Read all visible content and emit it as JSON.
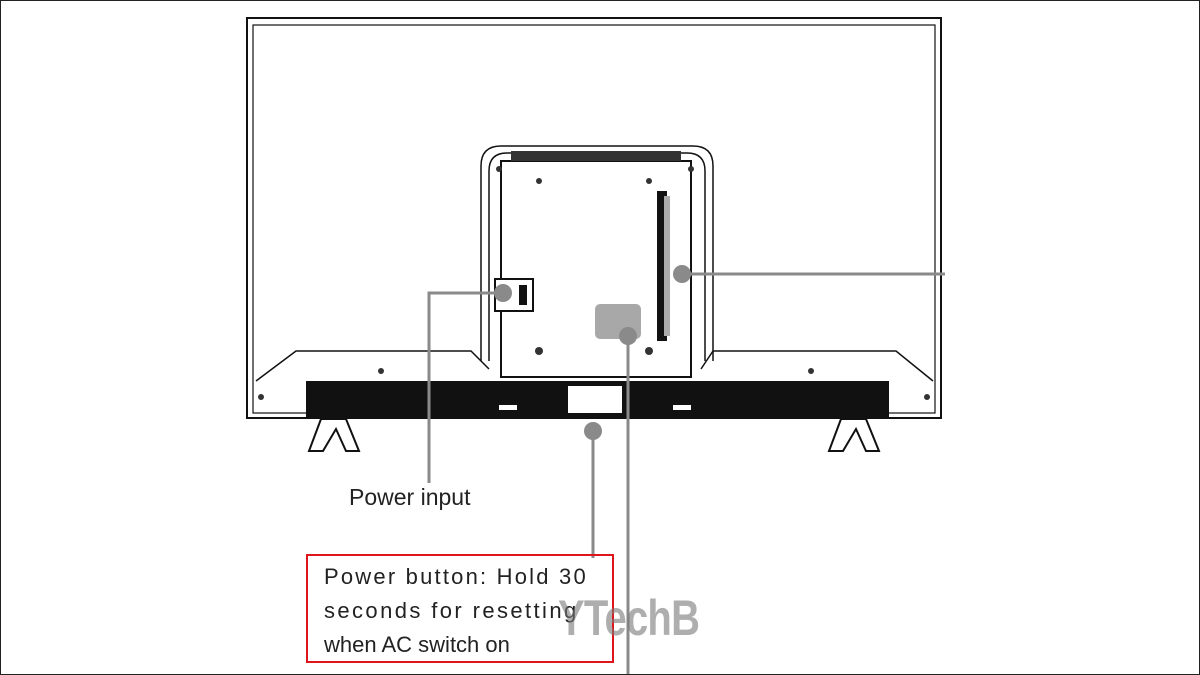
{
  "labels": {
    "power_input": "Power input",
    "power_button_line1": "Power button: Hold 30",
    "power_button_line2": "seconds for resetting",
    "power_button_line3": "when AC switch on"
  },
  "watermark": "YTechB",
  "colors": {
    "callout_border": "#e0141c",
    "leader": "#8a8a8a",
    "outline": "#111111"
  }
}
